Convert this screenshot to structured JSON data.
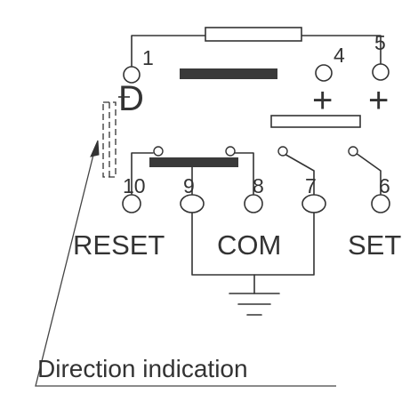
{
  "diagram": {
    "pins": {
      "p1": "1",
      "p4": "4",
      "p5": "5",
      "p6": "6",
      "p7": "7",
      "p8": "8",
      "p9": "9",
      "p10": "10"
    },
    "polarity": {
      "plus_4": "+",
      "plus_5": "+",
      "d_marker": "D"
    },
    "groups": {
      "reset": "RESET",
      "com": "COM",
      "set": "SET"
    },
    "caption": "Direction indication",
    "colors": {
      "line": "#333333",
      "contact_bar": "#3a3a3a",
      "background": "#ffffff"
    }
  }
}
